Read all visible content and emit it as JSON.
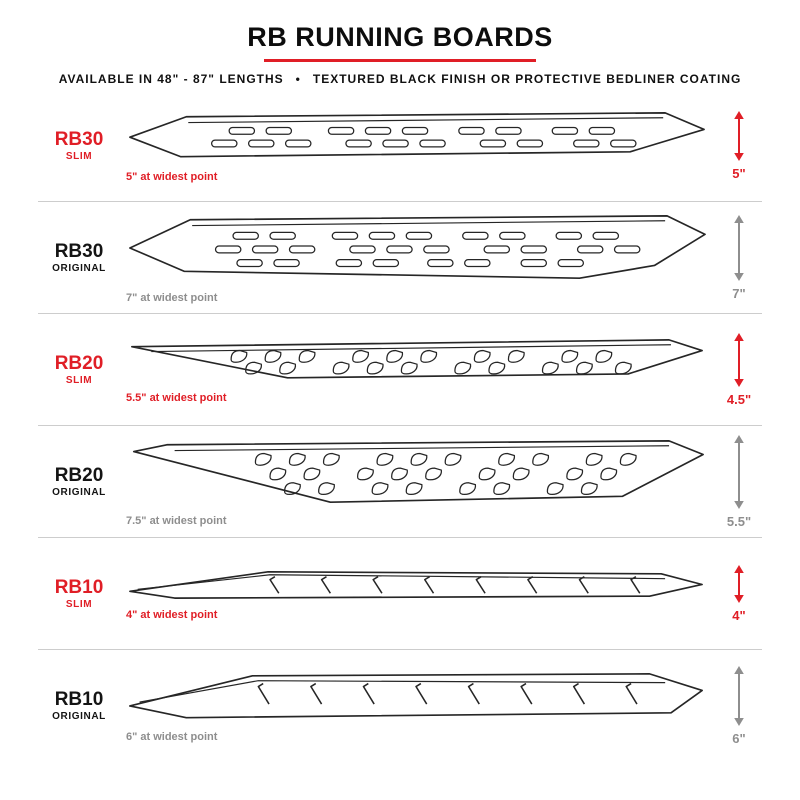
{
  "header": {
    "title": "RB RUNNING BOARDS",
    "subtitle_left": "AVAILABLE IN 48\" - 87\" LENGTHS",
    "bullet": "•",
    "subtitle_right": "TEXTURED BLACK FINISH OR PROTECTIVE BEDLINER COATING"
  },
  "colors": {
    "accent_red": "#e01e26",
    "gray": "#8e8e8e",
    "line": "#262626",
    "divider": "#cdcdcd"
  },
  "rows": [
    {
      "model": "RB30",
      "variant": "SLIM",
      "width_note": "5\" at widest point",
      "height_value": "5\"",
      "slot_style": "oval slots, 2 rows"
    },
    {
      "model": "RB30",
      "variant": "ORIGINAL",
      "width_note": "7\" at widest point",
      "height_value": "7\"",
      "slot_style": "oval slots, 3 rows"
    },
    {
      "model": "RB20",
      "variant": "SLIM",
      "width_note": "5.5\" at widest point",
      "height_value": "4.5\"",
      "slot_style": "teardrop slots, 2 rows"
    },
    {
      "model": "RB20",
      "variant": "ORIGINAL",
      "width_note": "7.5\" at widest point",
      "height_value": "5.5\"",
      "slot_style": "teardrop slots, 3 rows"
    },
    {
      "model": "RB10",
      "variant": "SLIM",
      "width_note": "4\" at widest point",
      "height_value": "4\"",
      "slot_style": "slash marks, 1 row"
    },
    {
      "model": "RB10",
      "variant": "ORIGINAL",
      "width_note": "6\" at widest point",
      "height_value": "6\"",
      "slot_style": "slash marks, 1 row"
    }
  ]
}
